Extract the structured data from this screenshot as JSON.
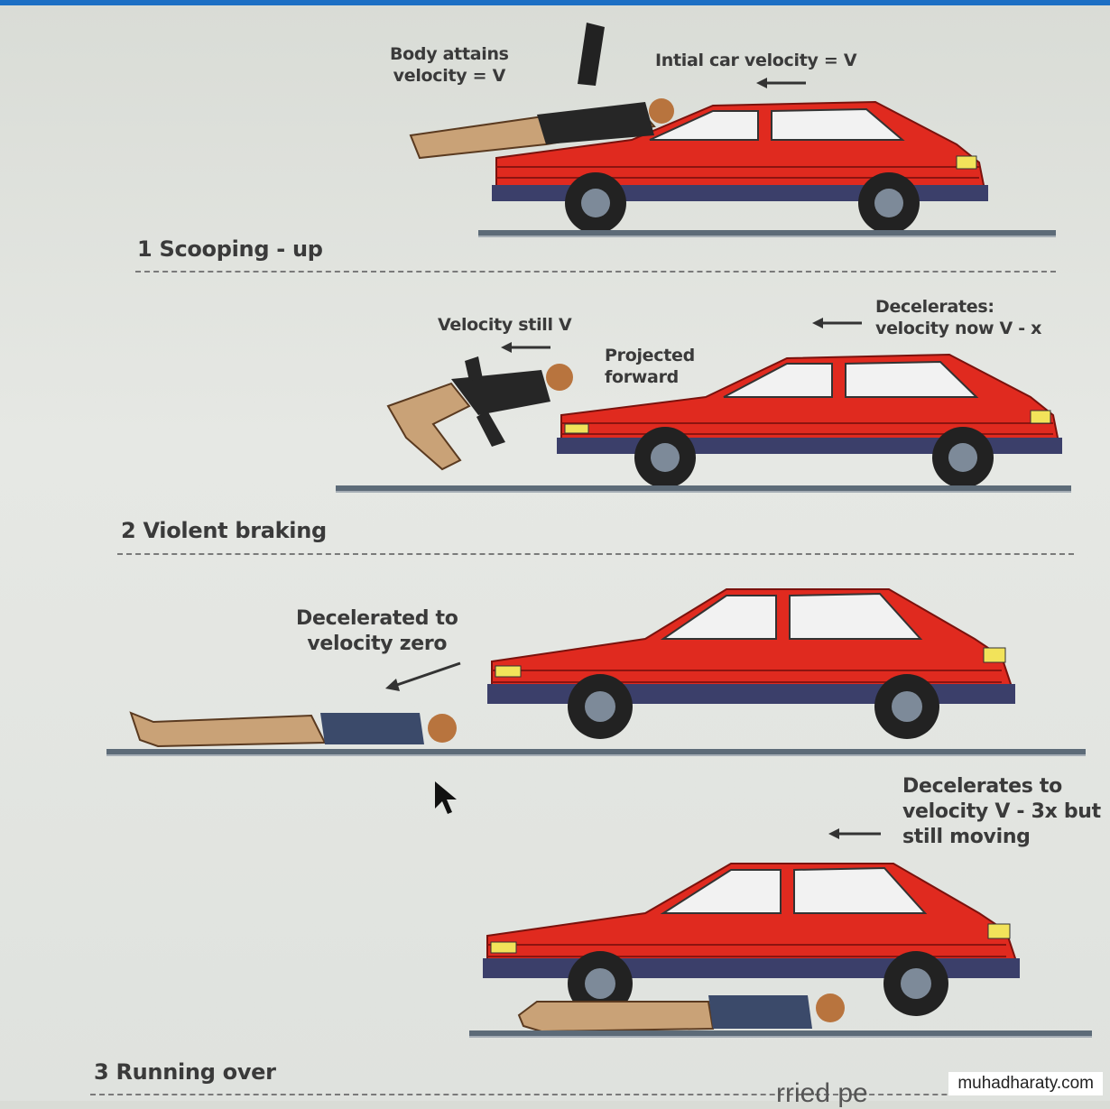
{
  "panels": {
    "p1": {
      "body_label": "Body attains\nvelocity = V",
      "car_label": "Intial car velocity = V",
      "step": "1  Scooping - up"
    },
    "p2": {
      "body_label": "Velocity still V",
      "projected_label": "Projected\nforward",
      "car_label": "Decelerates:\nvelocity now V - x",
      "step": "2  Violent braking"
    },
    "p3": {
      "body_label": "Decelerated to\nvelocity zero"
    },
    "p4": {
      "car_label": "Decelerates to\nvelocity V - 3x but\nstill moving",
      "step": "3  Running over"
    }
  },
  "footer": {
    "partial_text": "rried pe",
    "watermark": "muhadharaty.com"
  },
  "colors": {
    "car_body": "#e02a1f",
    "car_dark": "#8c1410",
    "bumper": "#3b3f6a",
    "road": "#5d6b78",
    "topbar": "#1c6fc4"
  },
  "icons": {
    "cursor": "arrow-cursor-icon",
    "direction_arrow": "left-arrow-icon"
  }
}
